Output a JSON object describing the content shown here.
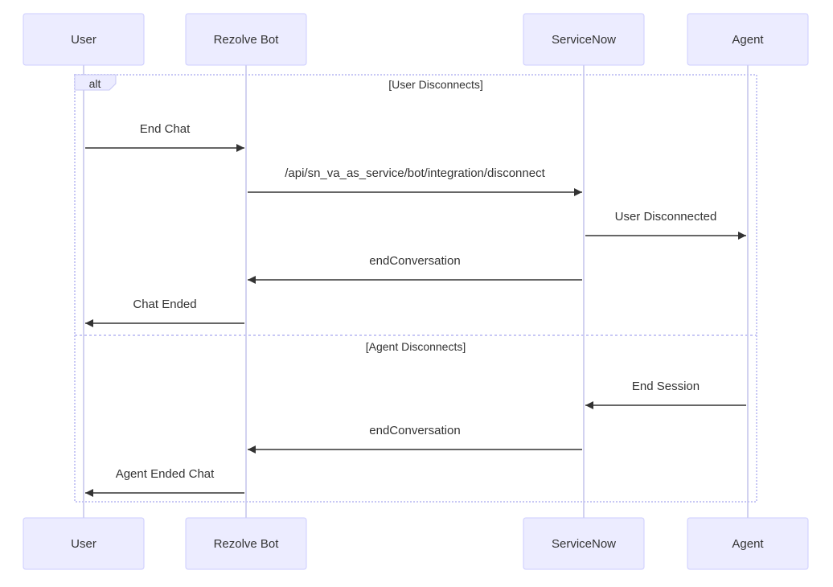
{
  "diagram": {
    "participants": [
      "User",
      "Rezolve Bot",
      "ServiceNow",
      "Agent"
    ],
    "frame": {
      "kind": "alt",
      "sections": [
        {
          "condition": "[User Disconnects]",
          "messages": [
            {
              "from": 0,
              "to": 1,
              "text": "End Chat"
            },
            {
              "from": 1,
              "to": 2,
              "text": "/api/sn_va_as_service/bot/integration/disconnect"
            },
            {
              "from": 2,
              "to": 3,
              "text": "User Disconnected"
            },
            {
              "from": 2,
              "to": 1,
              "text": "endConversation"
            },
            {
              "from": 1,
              "to": 0,
              "text": "Chat Ended"
            }
          ]
        },
        {
          "condition": "[Agent Disconnects]",
          "messages": [
            {
              "from": 3,
              "to": 2,
              "text": "End Session"
            },
            {
              "from": 2,
              "to": 1,
              "text": "endConversation"
            },
            {
              "from": 1,
              "to": 0,
              "text": "Agent Ended Chat"
            }
          ]
        }
      ]
    },
    "colors": {
      "actor_fill": "#ECECFF",
      "actor_stroke": "#CCCCFF",
      "lifeline": "#D2D2F0",
      "frame_stroke": "#C8C8F5",
      "arrow": "#333333",
      "text": "#333333"
    }
  }
}
